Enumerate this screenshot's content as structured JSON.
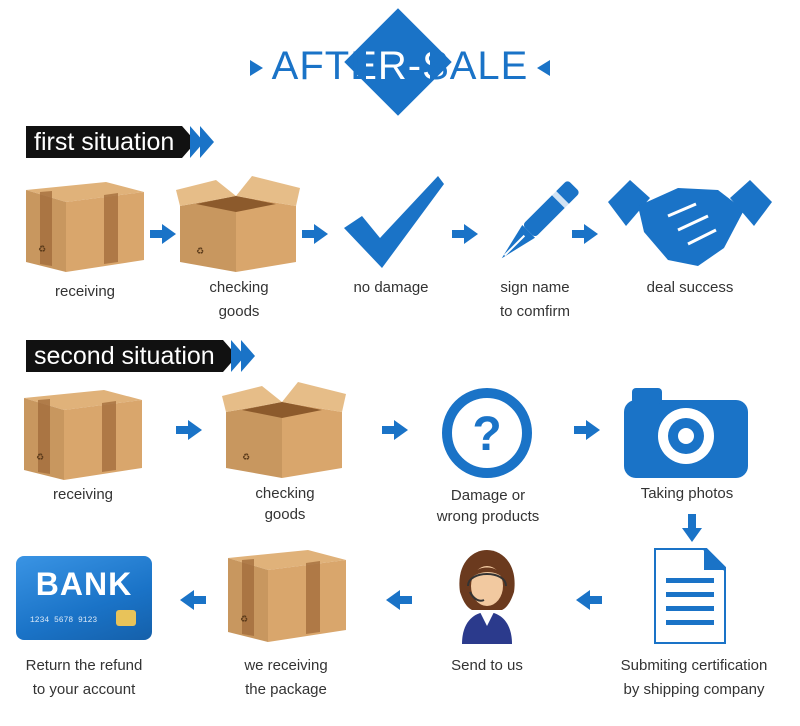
{
  "title": "AFTER-SALE",
  "colors": {
    "brand_blue": "#1a73c7",
    "banner_black": "#111111",
    "cardboard": "#c8975f"
  },
  "first_situation": {
    "heading": "first situation",
    "steps": [
      {
        "icon": "closed-box-icon",
        "line1": "receiving",
        "line2": ""
      },
      {
        "icon": "open-box-icon",
        "line1": "checking",
        "line2": "goods"
      },
      {
        "icon": "checkmark-icon",
        "line1": "no damage",
        "line2": ""
      },
      {
        "icon": "pen-icon",
        "line1": "sign name",
        "line2": "to comfirm"
      },
      {
        "icon": "handshake-icon",
        "line1": "deal success",
        "line2": ""
      }
    ]
  },
  "second_situation": {
    "heading": "second situation",
    "steps": [
      {
        "icon": "closed-box-icon",
        "line1": "receiving",
        "line2": ""
      },
      {
        "icon": "open-box-icon",
        "line1": "checking",
        "line2": "goods"
      },
      {
        "icon": "question-icon",
        "line1": "Damage or",
        "line2": "wrong products"
      },
      {
        "icon": "camera-icon",
        "line1": "Taking photos",
        "line2": ""
      },
      {
        "icon": "document-icon",
        "line1": "Submiting certification",
        "line2": "by shipping company"
      },
      {
        "icon": "customer-service-icon",
        "line1": "Send to us",
        "line2": ""
      },
      {
        "icon": "closed-box-icon",
        "line1": "we receiving",
        "line2": "the package"
      },
      {
        "icon": "bank-card-icon",
        "line1": "Return the refund",
        "line2": "to your account"
      }
    ]
  },
  "bank_card": {
    "brand": "BANK",
    "number": "1234  5678  9123"
  }
}
